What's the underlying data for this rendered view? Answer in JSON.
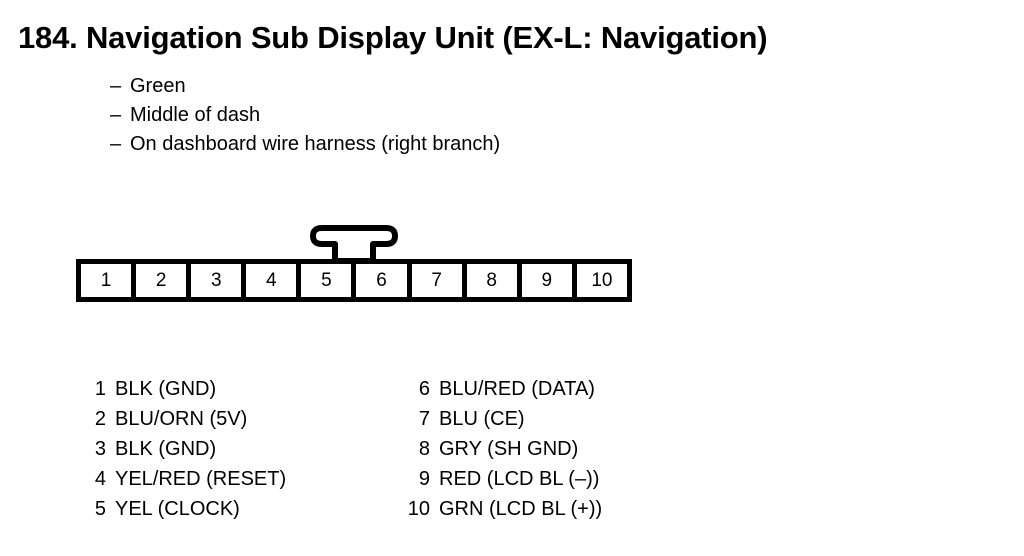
{
  "page": {
    "title": "184. Navigation Sub Display Unit (EX-L: Navigation)",
    "background_color": "#ffffff",
    "ink_color": "#000000"
  },
  "notes": {
    "dash_marker": "–",
    "items": [
      "Green",
      "Middle of dash",
      "On dashboard wire harness (right branch)"
    ]
  },
  "connector": {
    "pin_count": 10,
    "pin_labels": [
      "1",
      "2",
      "3",
      "4",
      "5",
      "6",
      "7",
      "8",
      "9",
      "10"
    ],
    "locking_tab": "locking-tab"
  },
  "pin_legend": {
    "left_column": [
      {
        "number": "1",
        "label": "BLK (GND)"
      },
      {
        "number": "2",
        "label": "BLU/ORN (5V)"
      },
      {
        "number": "3",
        "label": "BLK (GND)"
      },
      {
        "number": "4",
        "label": "YEL/RED (RESET)"
      },
      {
        "number": "5",
        "label": "YEL (CLOCK)"
      }
    ],
    "right_column": [
      {
        "number": "6",
        "label": "BLU/RED (DATA)"
      },
      {
        "number": "7",
        "label": "BLU (CE)"
      },
      {
        "number": "8",
        "label": "GRY (SH GND)"
      },
      {
        "number": "9",
        "label": "RED (LCD BL (–))"
      },
      {
        "number": "10",
        "label": "GRN (LCD BL (+))"
      }
    ]
  }
}
